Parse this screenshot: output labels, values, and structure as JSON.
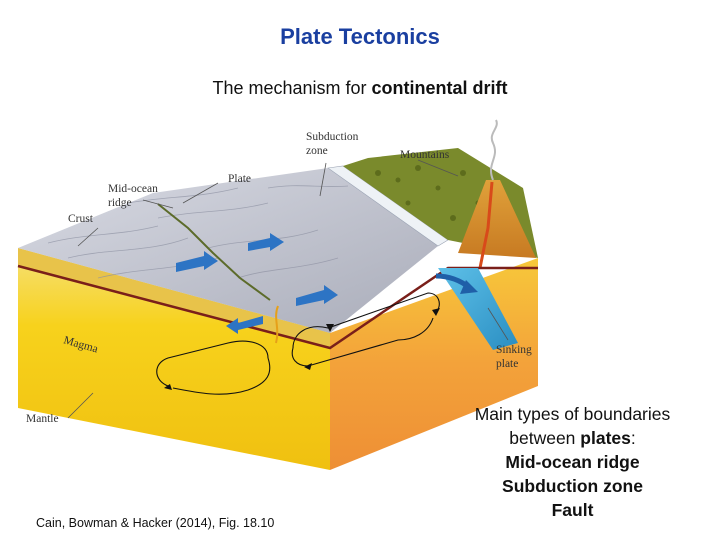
{
  "title": "Plate Tectonics",
  "subtitle": {
    "prefix": "The mechanism for ",
    "emphasis": "continental drift"
  },
  "diagram_labels": {
    "subduction_zone": [
      "Subduction",
      "zone"
    ],
    "mountains": "Mountains",
    "plate": "Plate",
    "mid_ocean_ridge": [
      "Mid-ocean",
      "ridge"
    ],
    "crust": "Crust",
    "magma": "Magma",
    "mantle": "Mantle",
    "sinking_plate": [
      "Sinking",
      "plate"
    ]
  },
  "citation": "Cain, Bowman & Hacker (2014), Fig. 18.10",
  "boundaries": {
    "line1": "Main types of boundaries",
    "line2_prefix": "between ",
    "line2_bold": "plates",
    "line2_suffix": ":",
    "items": [
      "Mid-ocean ridge",
      "Subduction zone",
      "Fault"
    ]
  },
  "colors": {
    "title": "#1a3fa0",
    "ocean_crust": "#b9bcc8",
    "mantle_yellow": "#f7d21c",
    "mantle_orange": "#f3a23a",
    "sinking_plate": "#3aa6d6",
    "arrow_blue": "#2d74c4",
    "ridge_line": "#7a1f1a"
  }
}
